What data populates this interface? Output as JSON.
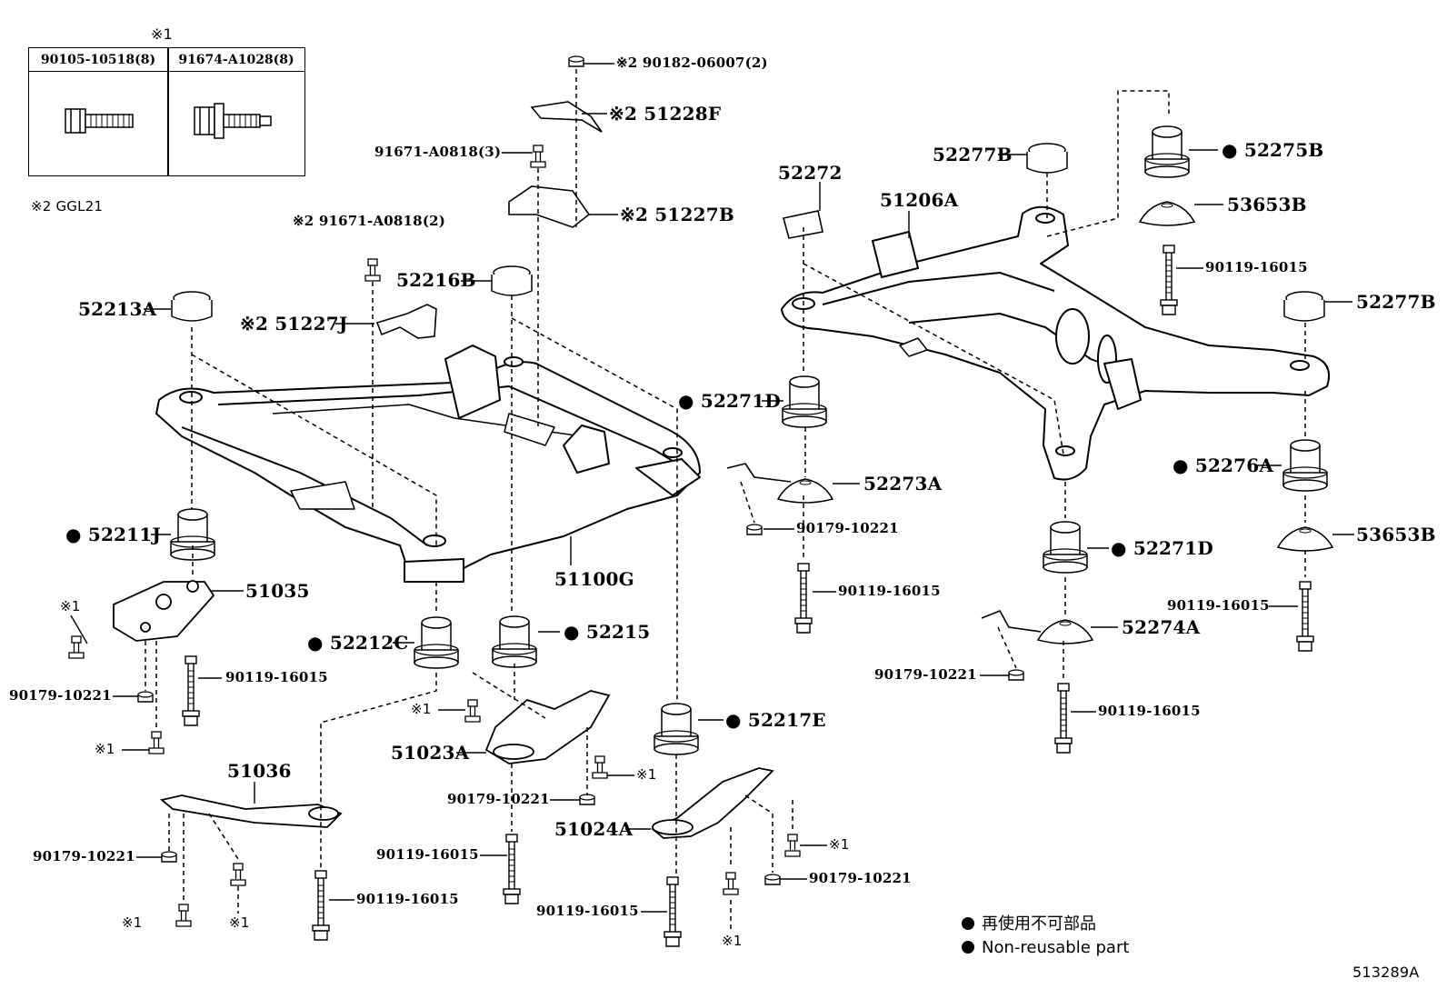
{
  "diagram_code": "513289A",
  "notes": {
    "mark1": "※1",
    "mark2_code": "※2 GGL21"
  },
  "bolt_table": {
    "col1": "90105-10518(8)",
    "col2": "91674-A1028(8)"
  },
  "legend": {
    "jp": "再使用不可部品",
    "en": "Non-reusable part"
  },
  "labels": {
    "p90182": "※2 90182-06007(2)",
    "p51228F": "※2 51228F",
    "p91671_3": "91671-A0818(3)",
    "p51227B": "※2 51227B",
    "p91671_2": "※2 91671-A0818(2)",
    "p52216B": "52216B",
    "p52213A": "52213A",
    "p51227J": "※2 51227J",
    "p52211J": "52211J",
    "p51035": "51035",
    "p51100G": "51100G",
    "p52212C": "52212C",
    "p52215": "52215",
    "p52217E": "52217E",
    "p51023A": "51023A",
    "p51036": "51036",
    "p51024A": "51024A",
    "p52272": "52272",
    "p51206A": "51206A",
    "p52277B_top": "52277B",
    "p52275B": "52275B",
    "p53653B_top": "53653B",
    "p90119_r1": "90119-16015",
    "p52277B_right": "52277B",
    "p52271D_left": "52271D",
    "p52273A": "52273A",
    "p90179_c": "90179-10221",
    "p90119_c": "90119-16015",
    "p52276A": "52276A",
    "p52271D_right": "52271D",
    "p53653B_right": "53653B",
    "p90119_r2": "90119-16015",
    "p52274A": "52274A",
    "p90179_r": "90179-10221",
    "p90119_r3": "90119-16015",
    "p90179_l1": "90179-10221",
    "p90119_l1": "90119-16015",
    "p90179_l2": "90179-10221",
    "p90119_l2": "90119-16015",
    "p90179_m1": "90179-10221",
    "p90119_m1": "90119-16015",
    "p90179_m2": "90179-10221",
    "p90119_m2": "90119-16015",
    "mark_a": "※1",
    "mark_b": "※1",
    "mark_c": "※1",
    "mark_d": "※1",
    "mark_e": "※1",
    "mark_f": "※1",
    "mark_g": "※1",
    "mark_h": "※1"
  }
}
